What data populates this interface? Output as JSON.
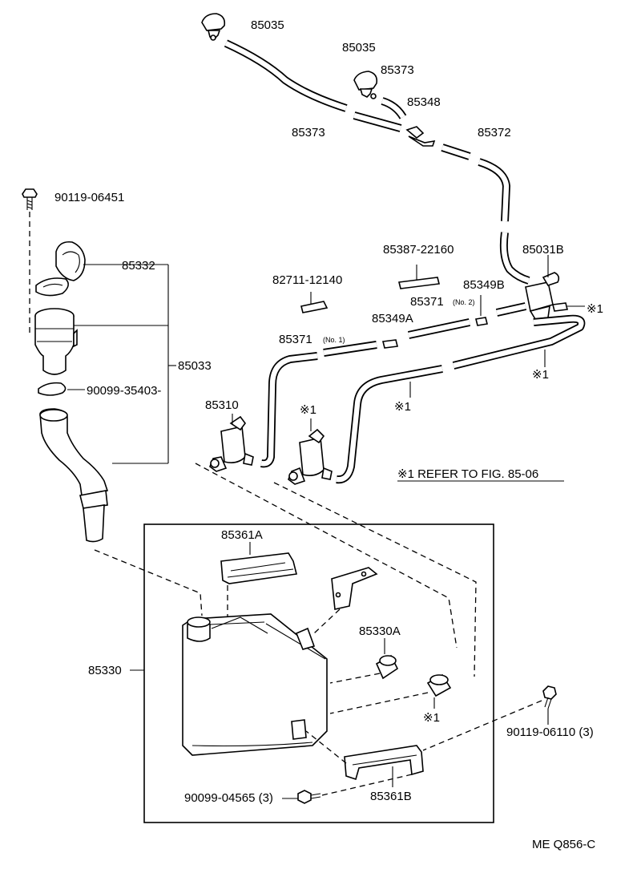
{
  "labels": {
    "nozzle_left": "85035",
    "nozzle_right": "85035",
    "hose_85373_top": "85373",
    "hose_85373_left": "85373",
    "joint_85348": "85348",
    "hose_85372": "85372",
    "bolt_top": "90119-06451",
    "cap_85332": "85332",
    "inlet_85033": "85033",
    "clamp_90099_35403": "90099-35403-",
    "label_85387": "85387-22160",
    "valve_85031b": "85031B",
    "label_82711": "82711-12140",
    "joint_85349b": "85349B",
    "hose_85371_no2": "85371",
    "hose_85371_no2_note": "(No. 2)",
    "joint_85349a": "85349A",
    "hose_85371_no1": "85371",
    "hose_85371_no1_note": "(No. 1)",
    "ref_1_a": "※1",
    "ref_1_b": "※1",
    "ref_1_c": "※1",
    "ref_1_d": "※1",
    "ref_1_e": "※1",
    "pump_85310": "85310",
    "refer_note": "※1 REFER TO FIG. 85-06",
    "bracket_85361a": "85361A",
    "grommet_85330a": "85330A",
    "tank_85330": "85330",
    "bolt_right": "90119-06110 (3)",
    "bolt_bottom": "90099-04565 (3)",
    "bracket_85361b": "85361B",
    "figure_code": "ME Q856-C"
  }
}
